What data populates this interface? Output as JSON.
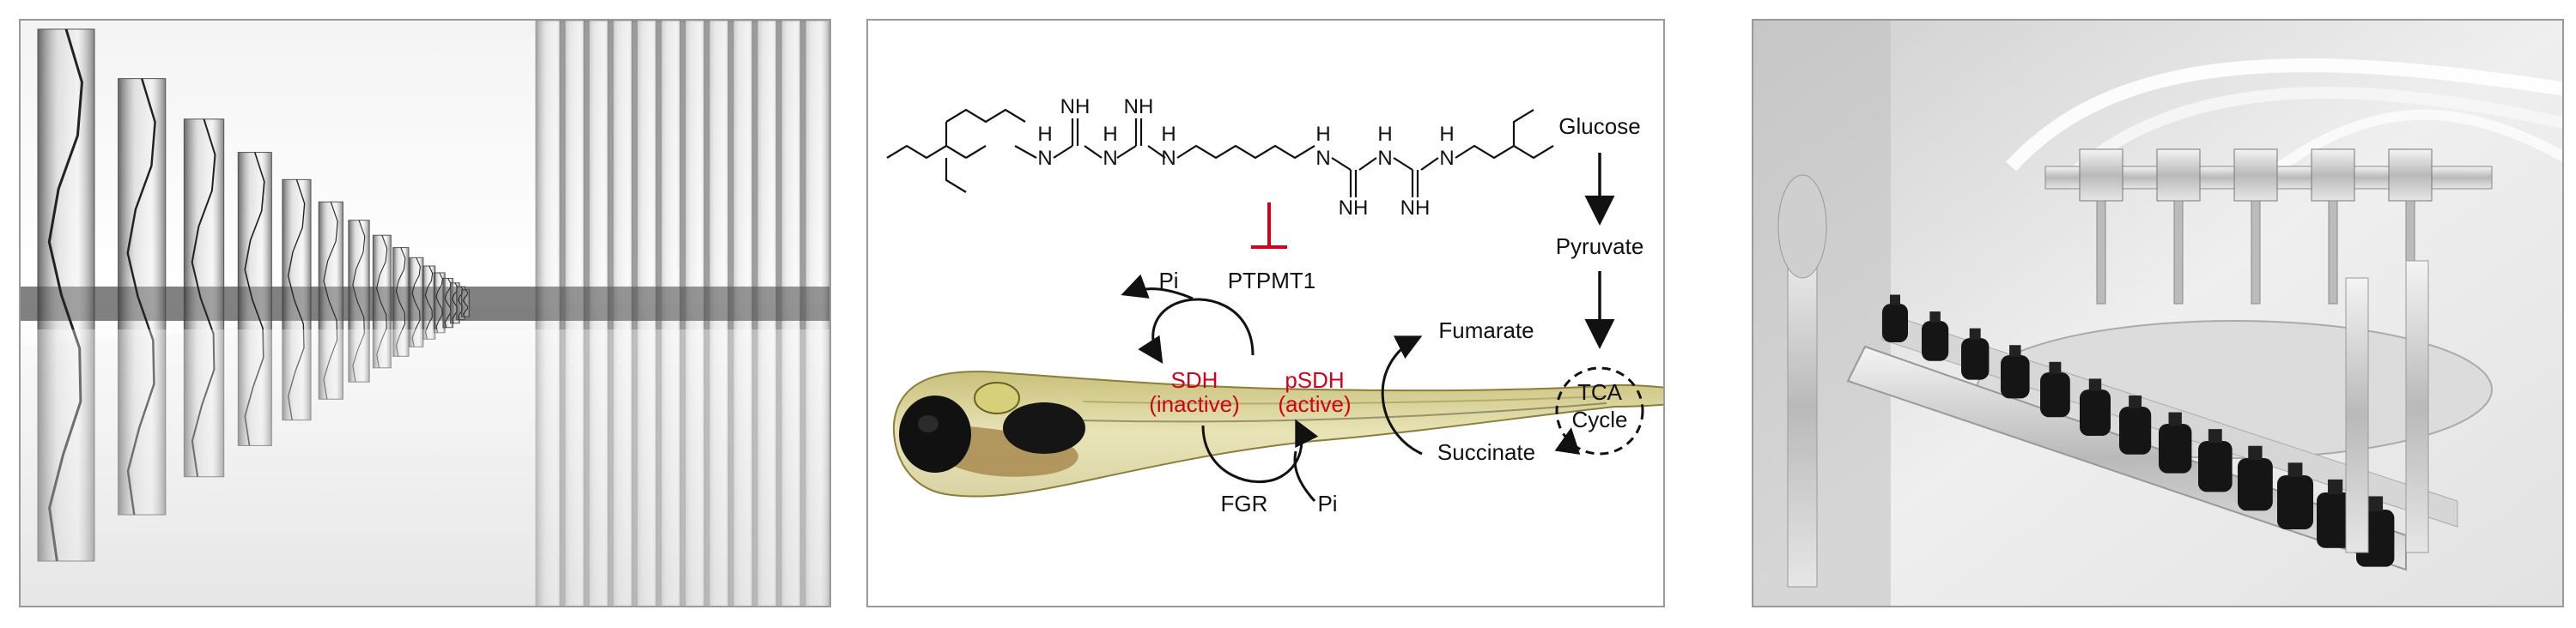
{
  "panels": {
    "left_photo": {
      "icon": "dna-test-tubes-photo"
    },
    "center_diagram": {
      "molecule_labels": {
        "nh_1": "NH",
        "nh_2": "NH",
        "h_1": "H",
        "h_2": "H",
        "h_3": "H",
        "n_1": "N",
        "n_2": "N",
        "n_3": "N",
        "nh_3": "NH",
        "nh_4": "NH",
        "h_4": "H",
        "h_5": "H",
        "h_6": "H",
        "n_4": "N",
        "n_5": "N",
        "n_6": "N"
      },
      "pathway": {
        "glucose": "Glucose",
        "pyruvate": "Pyruvate",
        "fumarate": "Fumarate",
        "succinate": "Succinate",
        "tca": "TCA",
        "cycle": "Cycle"
      },
      "enzymes": {
        "ptpmt1": "PTPMT1",
        "pi_top": "Pi",
        "sdh": "SDH",
        "sdh_state": "(inactive)",
        "psdh": "pSDH",
        "psdh_state": "(active)",
        "fgr": "FGR",
        "pi_bottom": "Pi"
      },
      "colors": {
        "inhibition": "#d0021b",
        "text": "#111111"
      },
      "organism_icon": "zebrafish-larva"
    },
    "right_photo": {
      "icon": "vial-filling-machine-photo"
    }
  }
}
